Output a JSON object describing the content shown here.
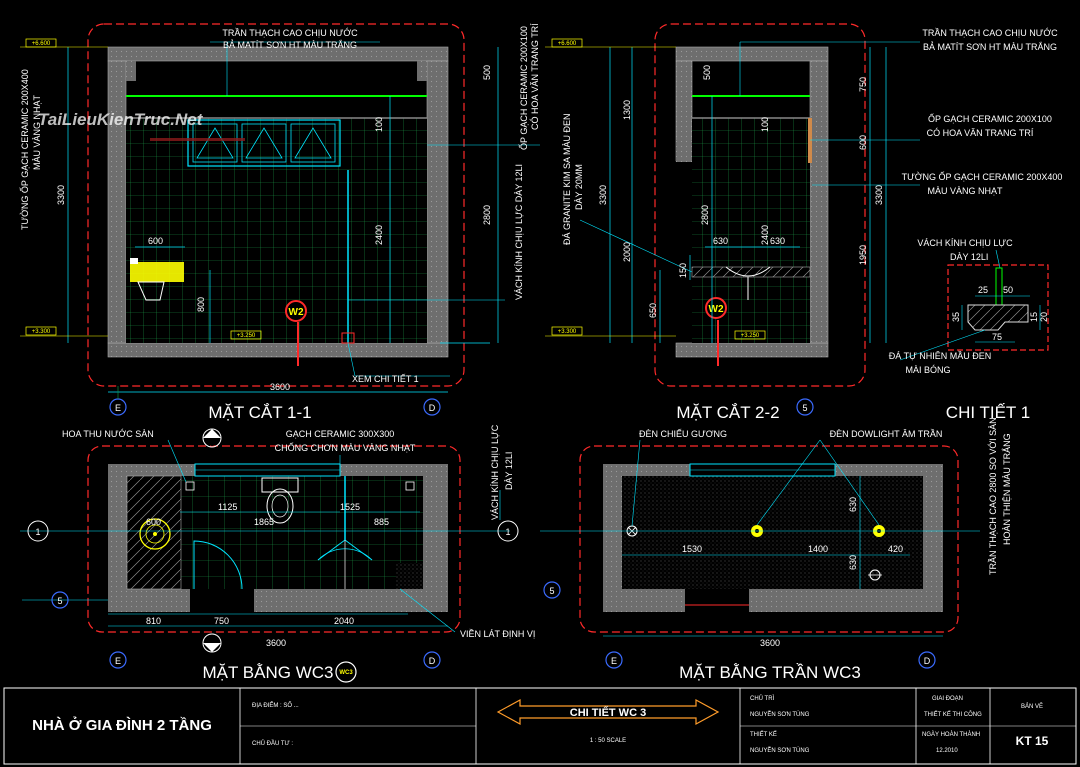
{
  "watermark": "TaiLieuKienTruc.Net",
  "levels": {
    "top": "+6.600",
    "mid": "+3.300",
    "floor": "+3.250"
  },
  "section1": {
    "title": "MẶT CẮT 1-1",
    "note_ceiling_1": "TRẦN THẠCH CAO CHỊU NƯỚC",
    "note_ceiling_2": "BẢ MATÍT SƠN HT MÀU TRẮNG",
    "note_wall_left_1": "TƯỜNG ỐP GẠCH CERAMIC 200X400",
    "note_wall_left_2": "MÀU VÀNG NHẠT",
    "note_right_1": "ỐP GẠCH CERAMIC 200X100",
    "note_right_2": "CÓ HOA VĂN TRANG TRÍ",
    "note_glass_1": "VÁCH KÍNH CHỊU LỰC DÀY 12LI",
    "note_detail": "XEM CHI TIẾT 1",
    "dim_3300": "3300",
    "dim_500": "500",
    "dim_100": "100",
    "dim_2800": "2800",
    "dim_2400": "2400",
    "dim_600": "600",
    "dim_800": "800",
    "dim_3600": "3600",
    "tag": "W2",
    "grid_left": "E",
    "grid_right": "D"
  },
  "section2": {
    "title": "MẶT CẮT 2-2",
    "note_ceiling_1": "TRẦN THẠCH CAO CHỊU NƯỚC",
    "note_ceiling_2": "BẢ MATÍT SƠN HT MÀU TRẮNG",
    "note_granite_1": "ĐÁ GRANITE KIM SA MÀU ĐEN",
    "note_granite_2": "DÀY 20MM",
    "note_tile_1": "ỐP GẠCH CERAMIC 200X100",
    "note_tile_2": "CÓ HOA VĂN TRANG TRÍ",
    "note_wall_1": "TƯỜNG ỐP GẠCH CERAMIC 200X400",
    "note_wall_2": "MÀU VÀNG NHẠT",
    "dim_1300": "1300",
    "dim_3300": "3300",
    "dim_2000": "2000",
    "dim_650": "650",
    "dim_500": "500",
    "dim_100": "100",
    "dim_2800": "2800",
    "dim_2400": "2400",
    "dim_630a": "630",
    "dim_630b": "630",
    "dim_150": "150",
    "dim_750": "750",
    "dim_600": "600",
    "dim_3300r": "3300",
    "dim_1950": "1950",
    "tag": "W2",
    "grid": "5"
  },
  "detail1": {
    "title": "CHI TIẾT 1",
    "note_glass_1": "VÁCH KÍNH CHỊU LỰC",
    "note_glass_2": "DÀY 12LI",
    "note_stone_1": "ĐÁ TỰ NHIÊN MẦU ĐEN",
    "note_stone_2": "MÀI BÓNG",
    "dim_25": "25",
    "dim_50": "50",
    "dim_35": "35",
    "dim_15": "15",
    "dim_20": "20",
    "dim_75": "75"
  },
  "plan": {
    "title": "MẶT BẰNG WC3",
    "badge": "WC3",
    "note_drain": "HOA THU NƯỚC SÀN",
    "note_tile_1": "GẠCH CERAMIC 300X300",
    "note_tile_2": "CHỐNG CHƠN MÀU VÀNG NHẠT",
    "note_glass_1": "VÁCH KÍNH CHỊU LỰC",
    "note_glass_2": "DÀY 12LI",
    "note_border": "VIỀN LÁT ĐỊNH VỊ",
    "dim_600": "600",
    "dim_1125": "1125",
    "dim_1865": "1865",
    "dim_1525": "1525",
    "dim_885": "885",
    "dim_810": "810",
    "dim_750": "750",
    "dim_2040": "2040",
    "dim_3600": "3600",
    "sec_mark": "1",
    "grid_left": "E",
    "grid_right": "D",
    "grid_side": "5"
  },
  "ceiling": {
    "title": "MẶT BẰNG TRẦN WC3",
    "note_mirror": "ĐÈN CHIẾU GƯƠNG",
    "note_downlight": "ĐÈN DOWLIGHT ÂM TRẦN",
    "note_ceiling_1": "TRẦN THẠCH CAO 2800 SO VỚI SÀN",
    "note_ceiling_2": "HOÀN THIỆN MÀU TRẮNG",
    "dim_1530": "1530",
    "dim_1400": "1400",
    "dim_420": "420",
    "dim_630a": "630",
    "dim_630b": "630",
    "dim_3600": "3600",
    "grid_left": "E",
    "grid_right": "D",
    "grid_side": "5"
  },
  "titleblock": {
    "project": "NHÀ Ở GIA ĐÌNH 2 TẦNG",
    "location_label": "ĐỊA ĐIỂM : SỐ ...",
    "owner_label": "CHỦ ĐẦU TƯ :",
    "sheet_title": "CHI TIẾT WC 3",
    "scale": "1 : 50 SCALE",
    "chief_label": "CHỦ TRÌ",
    "chief_name": "NGUYỄN SƠN TÙNG",
    "design_label": "THIẾT KẾ",
    "design_name": "NGUYỄN SƠN TÙNG",
    "phase_label": "GIAI ĐOẠN",
    "phase_value": "THIẾT KẾ THI CÔNG",
    "date_label": "NGÀY HOÀN THÀNH",
    "date_value": "12.2010",
    "sheet_label": "BẢN VẼ",
    "sheet_no": "KT 15"
  },
  "colors": {
    "wall": "#8a8a8a",
    "cad_red": "#ff2a2a",
    "cad_cyan": "#00e5ff",
    "cad_yellow": "#ffff00",
    "cad_green": "#00ff00",
    "cad_blue": "#3b6bff",
    "grid_line": "#0aa64a"
  }
}
